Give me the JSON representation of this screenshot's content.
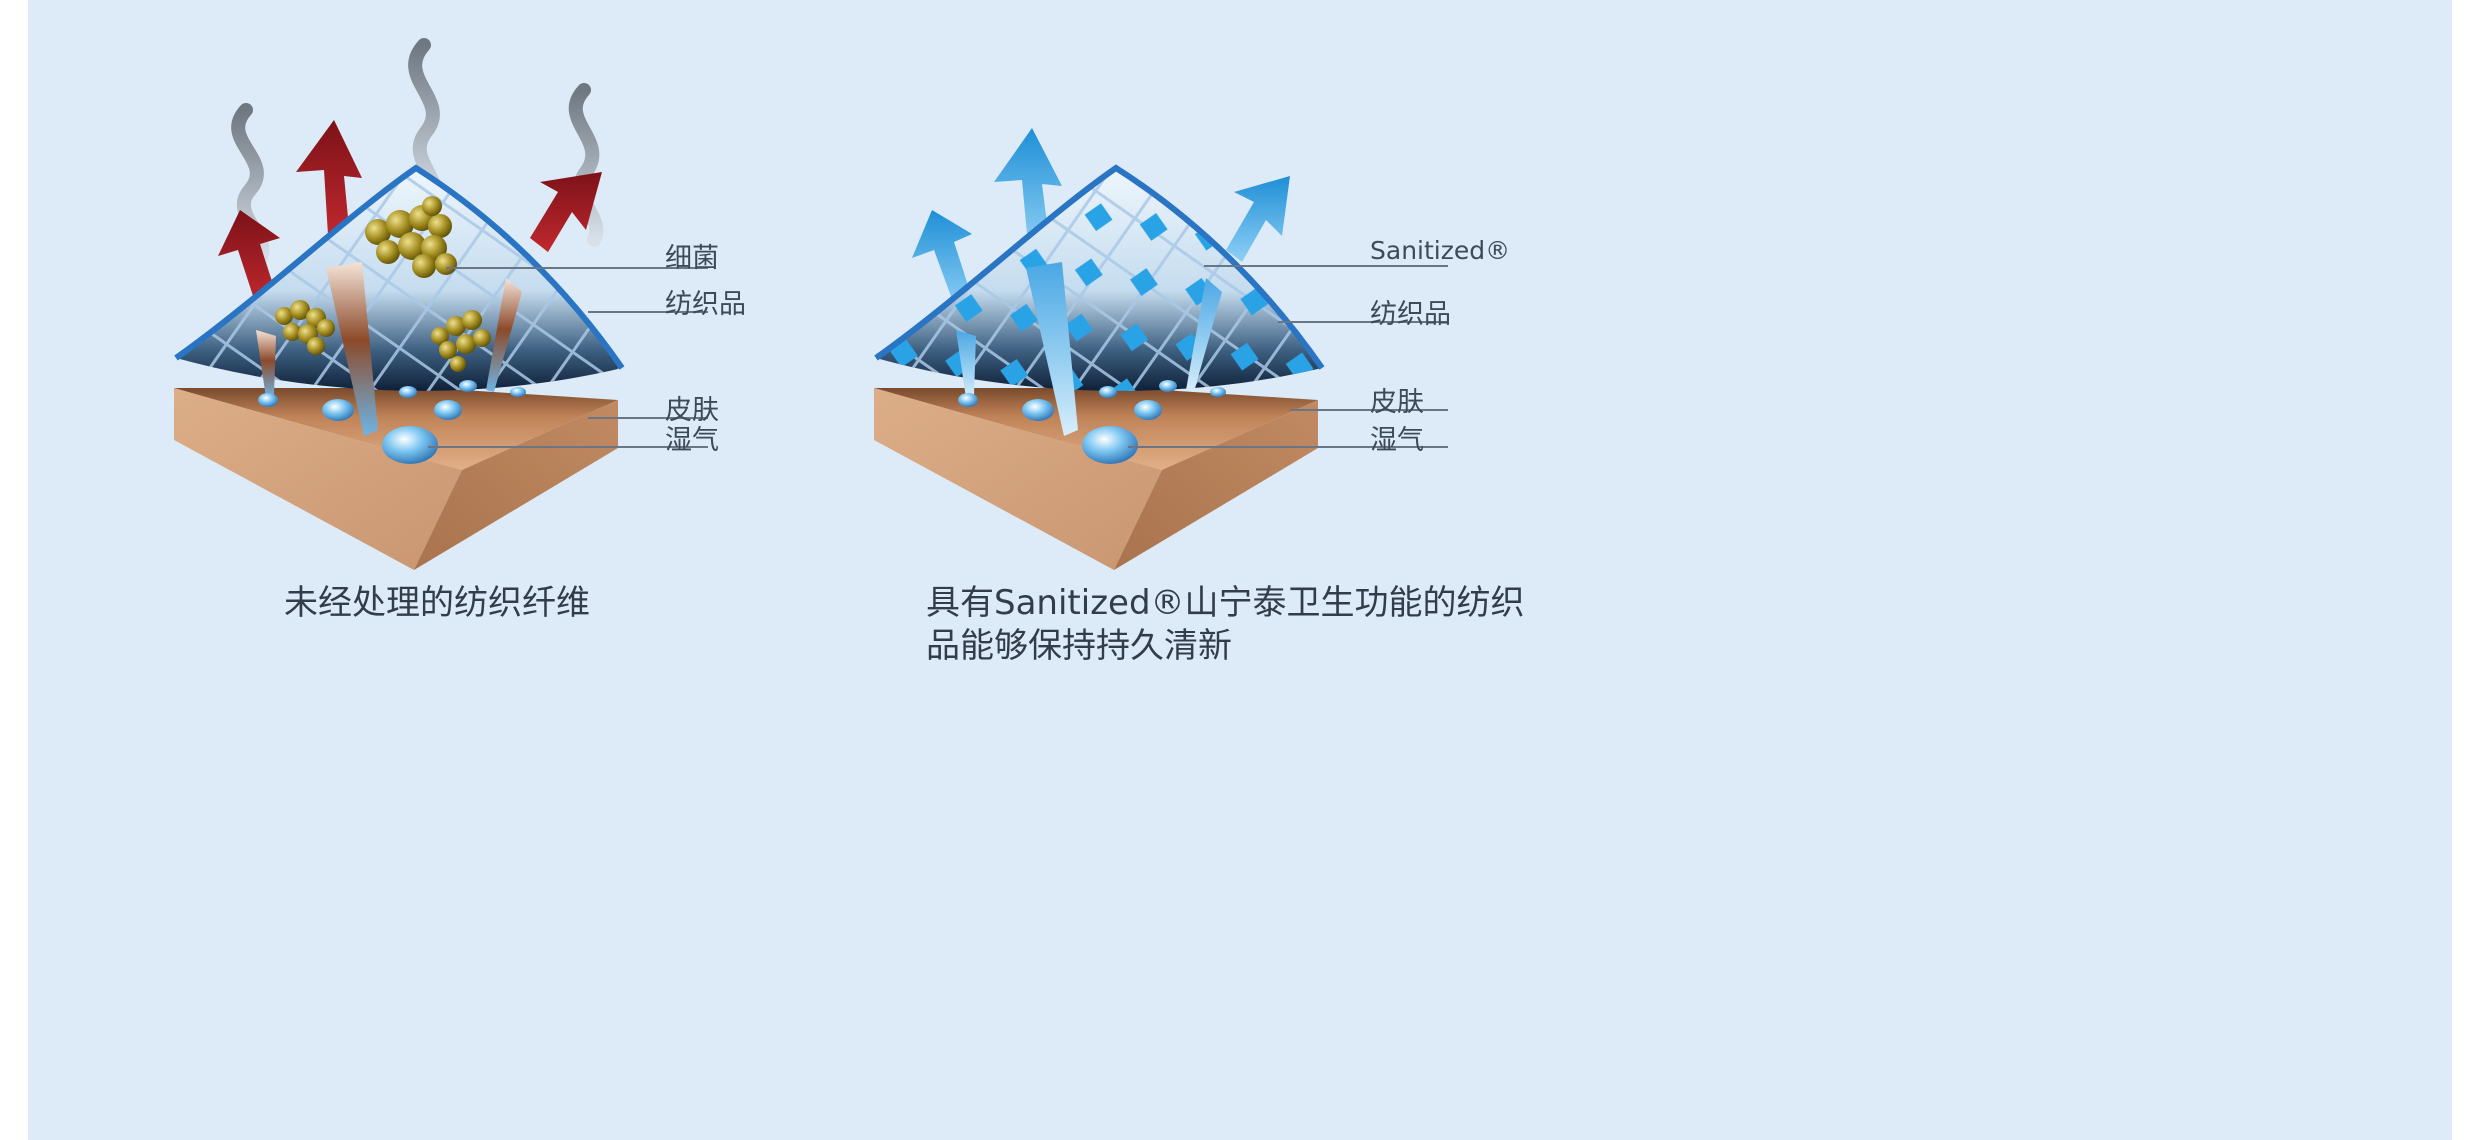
{
  "left_panel": {
    "caption": "未经处理的纺织纤维",
    "labels": {
      "bacteria": "细菌",
      "textile": "纺织品",
      "skin": "皮肤",
      "moisture": "湿气"
    }
  },
  "right_panel": {
    "caption_line1": "具有Sanitized®山宁泰卫生功能的纺织",
    "caption_line2": "品能够保持持久清新",
    "labels": {
      "sanitized": "Sanitized®",
      "textile": "纺织品",
      "skin": "皮肤",
      "moisture": "湿气"
    }
  },
  "colors": {
    "background": "#dcebf7",
    "skin": "#c8946a",
    "fabric_edge": "#2a74c4",
    "odor_arrow": "#9b1d22",
    "fresh_arrow": "#2f9fe0",
    "bacteria": "#a08a1e",
    "sanitized_diamond": "#2aa3e6"
  }
}
